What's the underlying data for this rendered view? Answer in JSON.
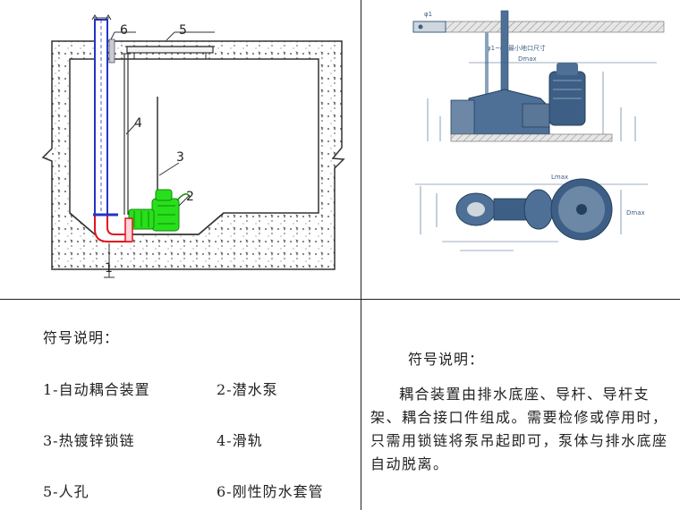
{
  "left_diagram": {
    "callouts": [
      "1",
      "2",
      "3",
      "4",
      "5",
      "6"
    ]
  },
  "right_diagram": {
    "dim_labels": [
      "φ1~φ2最小地口尺寸",
      "Dmax",
      "Lmax",
      "Dmax"
    ]
  },
  "legend_left": {
    "title": "符号说明：",
    "items": [
      "1-自动耦合装置",
      "2-潜水泵",
      "3-热镀锌锁链",
      "4-滑轨",
      "5-人孔",
      "6-刚性防水套管"
    ]
  },
  "legend_right": {
    "title": "符号说明：",
    "description": "耦合装置由排水底座、导杆、导杆支架、耦合接口件组成。需要检修或停用时，只需用锁链将泵吊起即可，泵体与排水底座自动脱离。"
  },
  "colors": {
    "pipe_blue": "#2433c8",
    "pump_green": "#27e01b",
    "coupling_red": "#e2121e",
    "pump_steel": "#3d5f86"
  }
}
